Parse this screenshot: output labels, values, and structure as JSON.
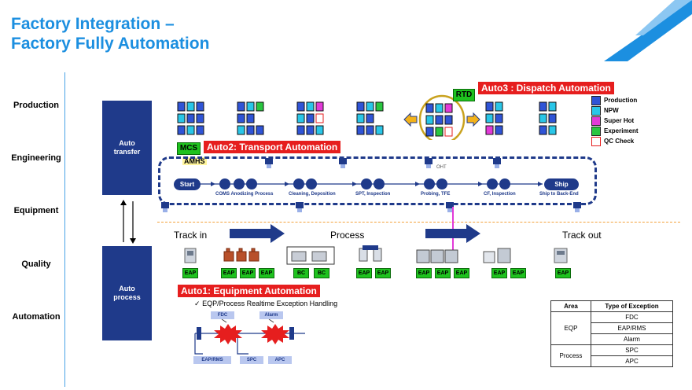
{
  "title": {
    "line1": "Factory Integration –",
    "line2": "Factory Fully Automation"
  },
  "rows": [
    "Production",
    "Engineering",
    "Equipment",
    "Quality",
    "Automation"
  ],
  "boxes": {
    "auto_transfer": "Auto transfer",
    "auto_process": "Auto process"
  },
  "tags": {
    "mcs": "MCS",
    "amhs": "AMHS",
    "rtd": "RTD",
    "oht": "OHT"
  },
  "banners": {
    "auto1": "Auto1:  Equipment Automation",
    "auto2": "Auto2:  Transport Automation",
    "auto3": "Auto3 :  Dispatch Automation"
  },
  "legend": [
    {
      "label": "Production",
      "color": "#2f54d6"
    },
    {
      "label": "NPW",
      "color": "#29c6e8"
    },
    {
      "label": "Super Hot",
      "color": "#e23ad8"
    },
    {
      "label": "Experiment",
      "color": "#29c640"
    },
    {
      "label": "QC Check",
      "color": "#ffffff"
    }
  ],
  "flow": {
    "start": "Start",
    "ship": "Ship",
    "steps": [
      "COMS Anodizing Process",
      "Cleaning, Deposition",
      "SPT, Inspection",
      "Probing,  TFE",
      "CF, Inspection",
      "Ship to Back-End"
    ]
  },
  "track": {
    "track_in": "Track in",
    "process": "Process",
    "track_out": "Track out"
  },
  "eap_groups": [
    [
      "EAP"
    ],
    [
      "EAP",
      "EAP",
      "EAP"
    ],
    [
      "BC",
      "BC"
    ],
    [
      "EAP",
      "EAP"
    ],
    [
      "EAP",
      "EAP",
      "EAP"
    ],
    [
      "EAP",
      "EAP"
    ],
    [
      "EAP"
    ]
  ],
  "automation": {
    "bullet": "EQP/Process Realtime Exception Handling",
    "labels": {
      "fdc": "FDC",
      "alarm": "Alarm",
      "eaprms": "EAP/RMS",
      "spc": "SPC",
      "apc": "APC"
    }
  },
  "exception_table": {
    "headers": [
      "Area",
      "Type of Exception"
    ],
    "groups": [
      {
        "area": "EQP",
        "items": [
          "FDC",
          "EAP/RMS",
          "Alarm"
        ]
      },
      {
        "area": "Process",
        "items": [
          "SPC",
          "APC"
        ]
      }
    ]
  },
  "colors": {
    "title": "#1c8fe0",
    "navy": "#1f3a8a",
    "red": "#e61e1e",
    "green": "#1ec21e",
    "corner": "#1c8fe0"
  }
}
